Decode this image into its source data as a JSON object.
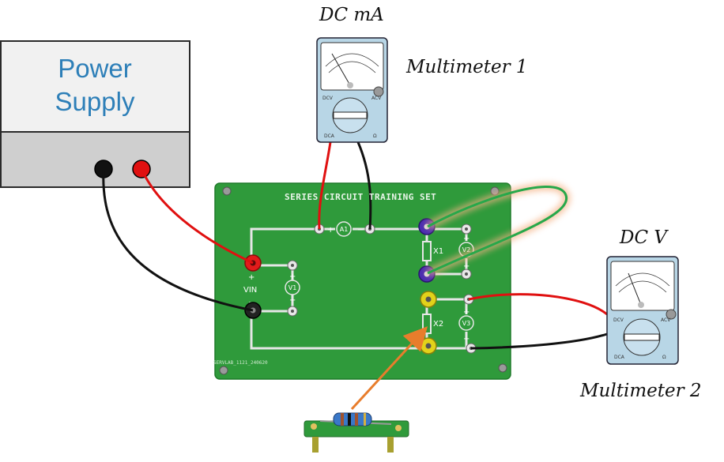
{
  "power_supply": {
    "title_line1": "Power",
    "title_line2": "Supply"
  },
  "meter1": {
    "mode_label": "DC mA",
    "name": "Multimeter 1"
  },
  "meter2": {
    "mode_label": "DC V",
    "name": "Multimeter 2"
  },
  "meter_dial": {
    "dcv": "DCV",
    "acv": "ACV",
    "dca": "DCA",
    "ohm": "Ω"
  },
  "board": {
    "title": "SERIES CIRCUIT TRAINING SET",
    "serial": "SERVLAB_1121_240620",
    "vin": "VIN",
    "ammeter": "A1",
    "v1": "V1",
    "v2": "V2",
    "v3": "V3",
    "x1": "X1",
    "x2": "X2",
    "plus": "+",
    "minus": "−"
  },
  "colors": {
    "board_green": "#2f9a3b",
    "trace": "#e6e6e6",
    "wire_red": "#e01010",
    "wire_black": "#111111",
    "jumper_green": "#27a84a",
    "arrow_orange": "#e87d2c",
    "ps_text": "#2d7fb8"
  }
}
